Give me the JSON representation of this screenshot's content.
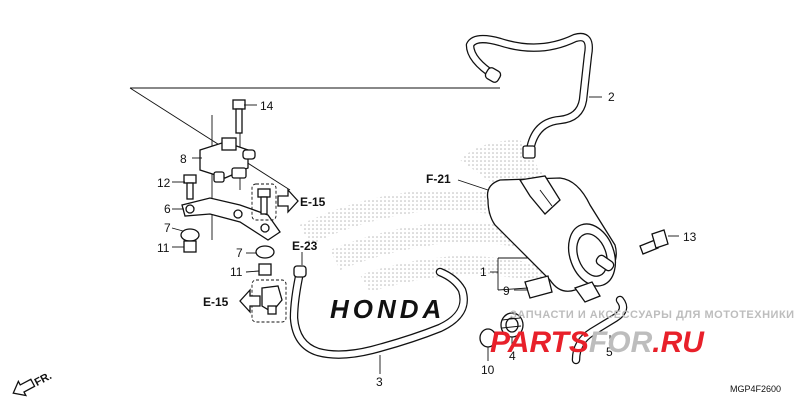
{
  "diagram": {
    "callouts": {
      "c1": "1",
      "c2": "2",
      "c3": "3",
      "c4": "4",
      "c5": "5",
      "c6": "6",
      "c7a": "7",
      "c7b": "7",
      "c8": "8",
      "c9": "9",
      "c10": "10",
      "c11a": "11",
      "c11b": "11",
      "c12": "12",
      "c13": "13",
      "c14": "14"
    },
    "references": {
      "f21": "F-21",
      "e15a": "E-15",
      "e23": "E-23",
      "e15b": "E-15"
    },
    "direction_label": "FR.",
    "diagram_code": "MGP4F2600",
    "watermark_text": "ЗАПЧАСТИ И АКСЕССУАРЫ ДЛЯ МОТОТЕХНИКИ",
    "watermark_brand_a": "PARTS",
    "watermark_brand_b": "FOR",
    "watermark_brand_c": ".RU",
    "background_logo": "HONDA"
  },
  "colors": {
    "line": "#111111",
    "watermark_red": "#e8202a",
    "watermark_gray": "#bdbdbd"
  }
}
